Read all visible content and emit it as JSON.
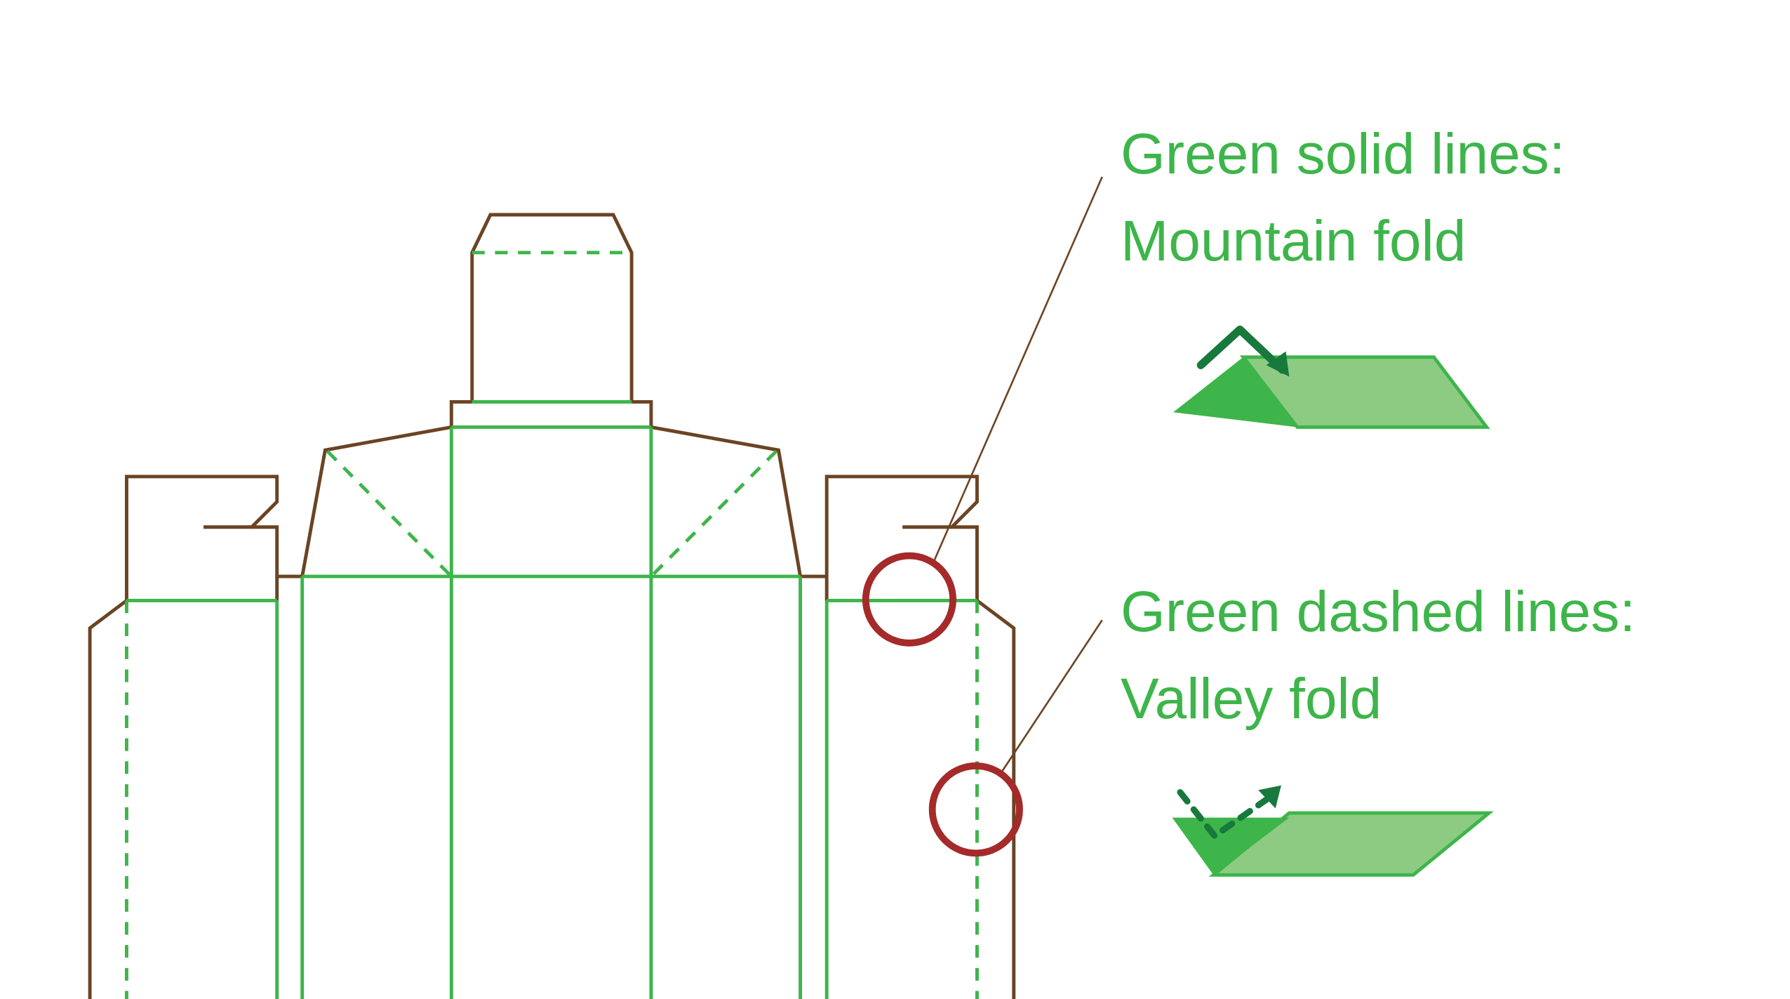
{
  "colors": {
    "cut_line": "#6b4423",
    "fold_line": "#3db54a",
    "fold_fill": "#8dcb82",
    "fold_fill_dark": "#3db54a",
    "arrow": "#17793c",
    "highlight_circle": "#a52a2a",
    "pointer_line": "#6b4423",
    "legend_text": "#3db54a"
  },
  "legend": {
    "mountain": {
      "heading": "Green solid lines:",
      "label": "Mountain fold",
      "line_style": "solid",
      "icon": "mountain-fold-icon"
    },
    "valley": {
      "heading": "Green dashed lines:",
      "label": "Valley fold",
      "line_style": "dashed",
      "icon": "valley-fold-icon"
    }
  }
}
